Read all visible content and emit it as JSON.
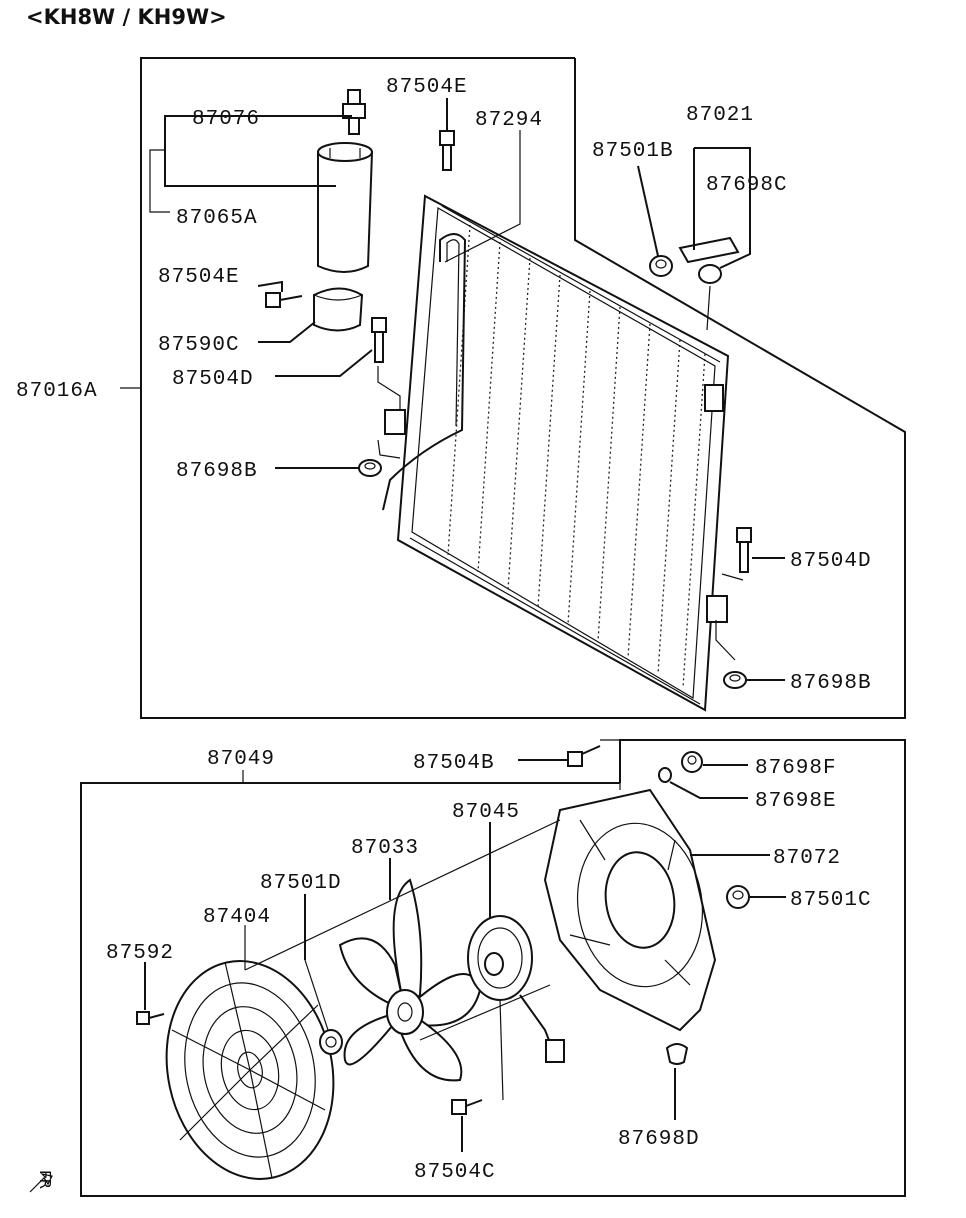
{
  "header": {
    "title": "<KH8W / KH9W>"
  },
  "orientation": {
    "label": "FR"
  },
  "upper_group": {
    "labels": {
      "p87076": "87076",
      "p87065A": "87065A",
      "p87504E_top": "87504E",
      "p87294": "87294",
      "p87504E_left": "87504E",
      "p87590C": "87590C",
      "p87504D_left": "87504D",
      "p87016A": "87016A",
      "p87698B_left": "87698B",
      "p87021": "87021",
      "p87501B": "87501B",
      "p87698C": "87698C",
      "p87504D_right": "87504D",
      "p87698B_right": "87698B"
    }
  },
  "lower_group": {
    "labels": {
      "p87049": "87049",
      "p87504B": "87504B",
      "p87698F": "87698F",
      "p87698E": "87698E",
      "p87045": "87045",
      "p87072": "87072",
      "p87033": "87033",
      "p87501D": "87501D",
      "p87501C": "87501C",
      "p87404": "87404",
      "p87592": "87592",
      "p87698D": "87698D",
      "p87504C": "87504C"
    }
  }
}
